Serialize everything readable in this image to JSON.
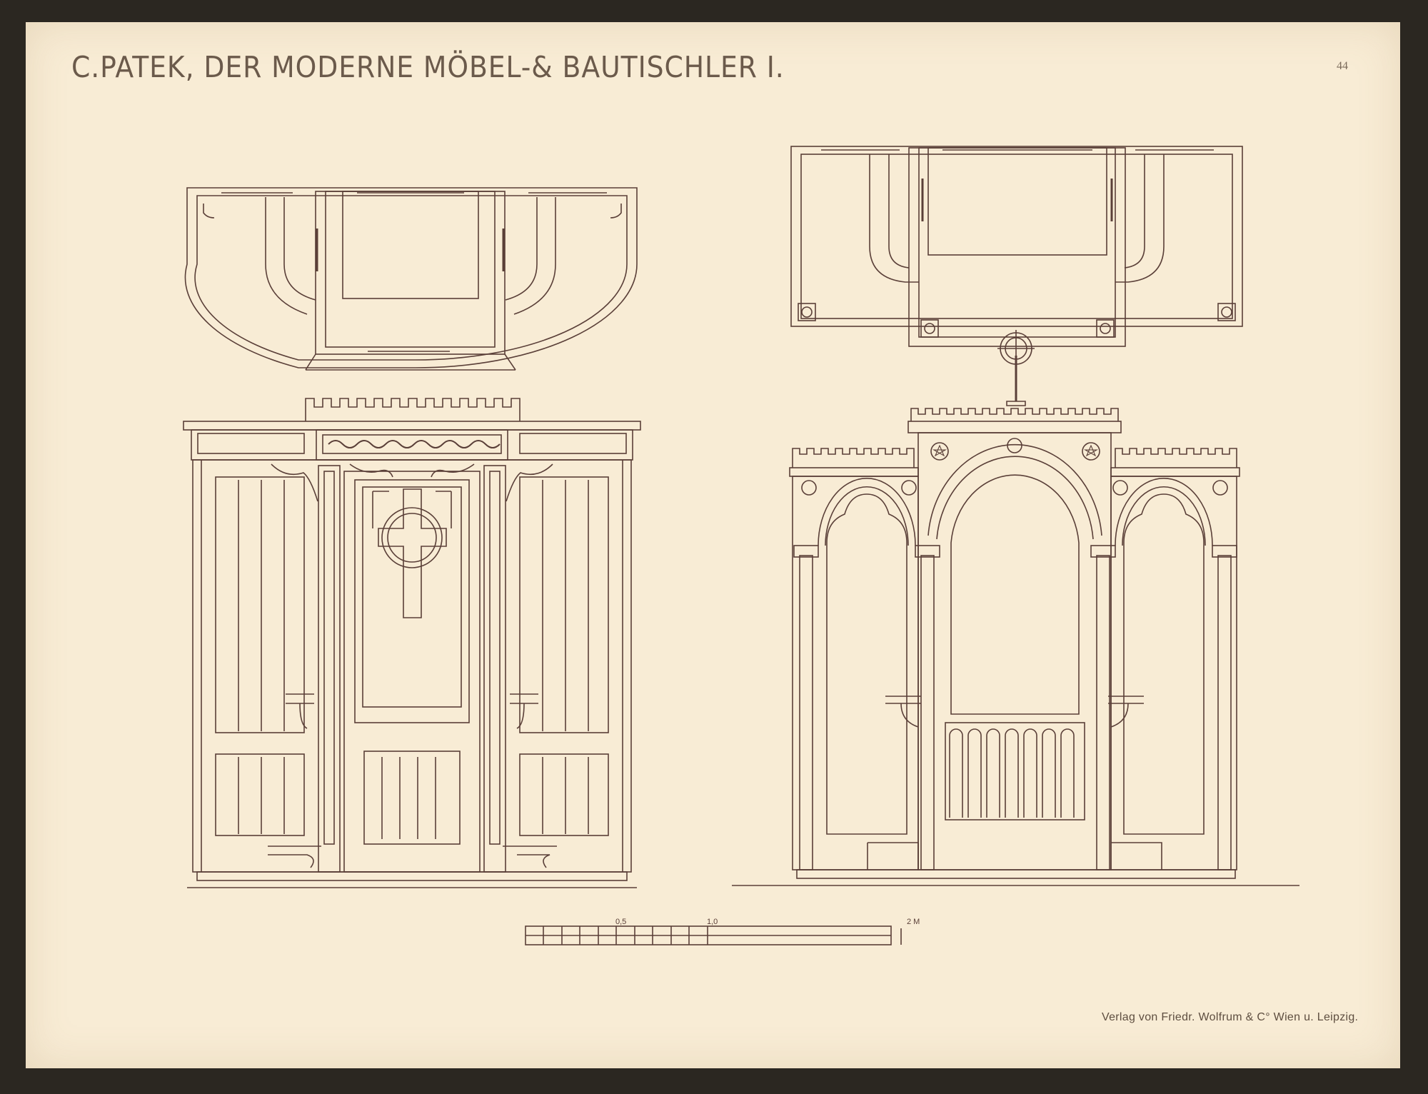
{
  "plate": {
    "title": "C.PATEK, DER MODERNE MÖBEL-& BAUTISCHLER I.",
    "number": "44",
    "publisher": "Verlag von Friedr. Wolfrum & C° Wien u. Leipzig."
  },
  "scale_bar": {
    "labels": [
      "0,5",
      "1,0",
      "2 M"
    ]
  },
  "colors": {
    "paper": "#f8ecd5",
    "ink": "#5a3f38",
    "background": "#2b2721"
  }
}
